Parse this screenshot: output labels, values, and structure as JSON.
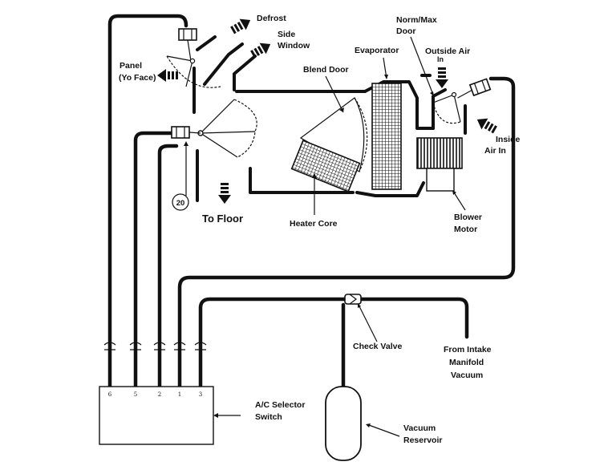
{
  "labels": {
    "defrost": "Defrost",
    "side_window_1": "Side",
    "side_window_2": "Window",
    "evaporator": "Evaporator",
    "norm_max_1": "Norm/Max",
    "norm_max_2": "Door",
    "outside_air_1": "Outside Air",
    "outside_air_2": "In",
    "panel_1": "Panel",
    "panel_2": "(Yo Face)",
    "blend_door": "Blend Door",
    "inside_air_1": "Inside",
    "inside_air_2": "Air In",
    "callout_20": "20",
    "to_floor": "To Floor",
    "heater_core": "Heater Core",
    "blower_motor_1": "Blower",
    "blower_motor_2": "Motor",
    "check_valve": "Check Valve",
    "intake_1": "From Intake",
    "intake_2": "Manifold",
    "intake_3": "Vacuum",
    "selector_1": "A/C Selector",
    "selector_2": "Switch",
    "reservoir_1": "Vacuum",
    "reservoir_2": "Reservoir"
  },
  "switch_ports": [
    "6",
    "5",
    "2",
    "1",
    "3"
  ]
}
